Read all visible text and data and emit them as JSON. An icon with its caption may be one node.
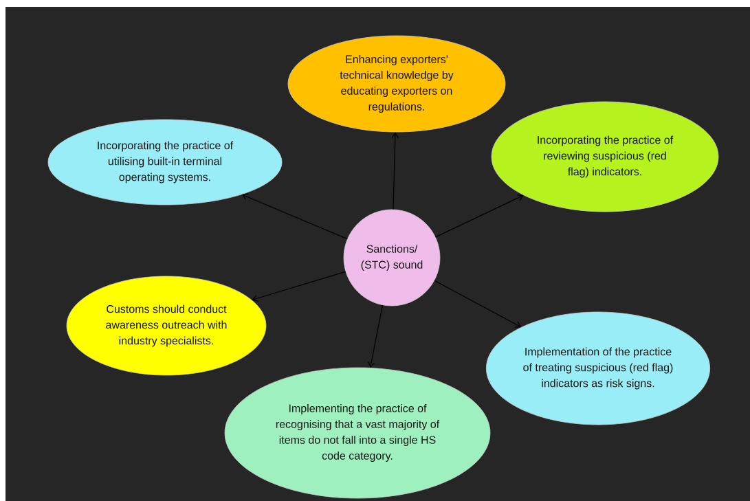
{
  "diagram": {
    "nodes": [
      {
        "text": [
          "Enhancing exporters' technical knowledge by educating exporters on regulations."
        ]
      },
      {
        "text": [
          "Incorporating the practice of utilising built-in terminal operating systems."
        ]
      },
      {
        "text": [
          "Incorporating the practice of reviewing suspicious (red flag) indicators."
        ]
      },
      {
        "text": [
          "Sanctions/ (STC) sound"
        ]
      },
      {
        "text": [
          "Customs should conduct awareness outreach with industry specialists."
        ]
      },
      {
        "text": [
          "Implementation of the practice of treating suspicious (red flag) indicators as risk signs."
        ]
      },
      {
        "text": [
          "Implementing the practice of recognising that a vast majority of items do not fall into a single HS code category."
        ]
      }
    ],
    "edges": [
      {
        "from": 3,
        "to": 0,
        "arrow": "to"
      },
      {
        "from": 3,
        "to": 1,
        "arrow": "to"
      },
      {
        "from": 3,
        "to": 2,
        "arrow": "to"
      },
      {
        "from": 3,
        "to": 4,
        "arrow": "to"
      },
      {
        "from": 3,
        "to": 5,
        "arrow": "to"
      },
      {
        "from": 3,
        "to": 6,
        "arrow": "to"
      }
    ]
  }
}
